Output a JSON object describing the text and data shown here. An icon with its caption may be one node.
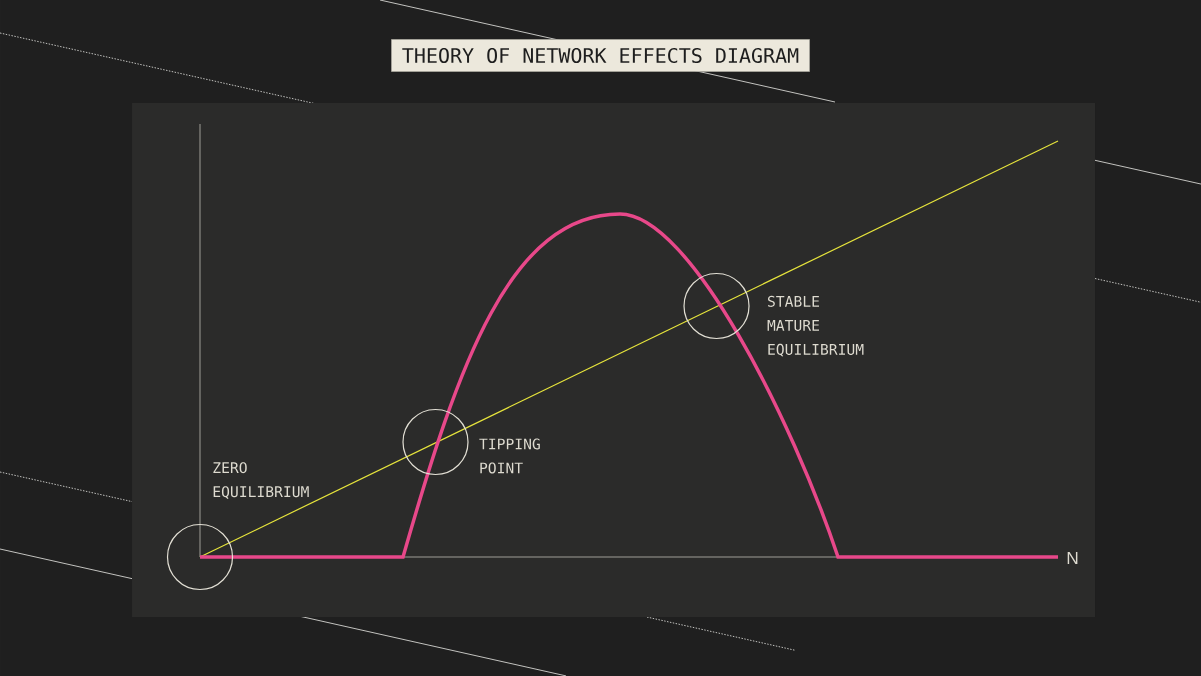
{
  "diagram": {
    "title": "THEORY OF NETWORK EFFECTS DIAGRAM",
    "nodes": [
      {
        "text": [],
        "shape": "circle",
        "beside": [
          "ZERO EQUILIBRIUM"
        ]
      },
      {
        "text": [],
        "shape": "circle",
        "beside": [
          "TIPPING POINT"
        ]
      },
      {
        "text": [],
        "shape": "circle",
        "beside": [
          "STABLE MATURE EQUILIBRIUM"
        ]
      }
    ],
    "labels": [
      "N"
    ]
  }
}
